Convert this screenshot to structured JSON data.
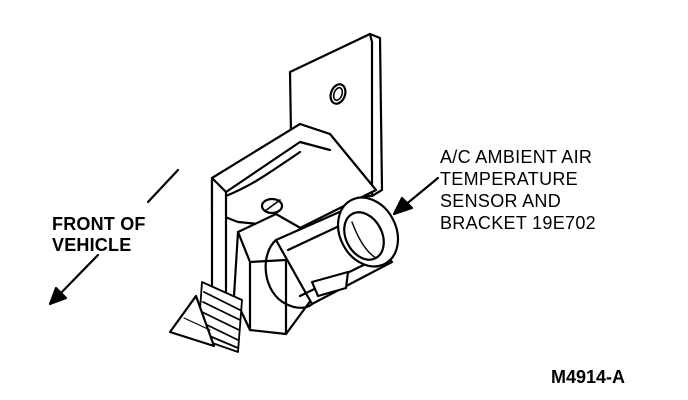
{
  "front_label": {
    "lines": [
      "FRONT OF",
      "VEHICLE"
    ]
  },
  "sensor_label": {
    "lines": [
      "A/C AMBIENT AIR",
      "TEMPERATURE",
      "SENSOR AND",
      "BRACKET 19E702"
    ]
  },
  "figure_code": "M4914-A",
  "colors": {
    "ink": "#000000",
    "paper": "#ffffff"
  },
  "icons": [
    "front-direction-arrow-icon",
    "callout-arrow-icon"
  ]
}
